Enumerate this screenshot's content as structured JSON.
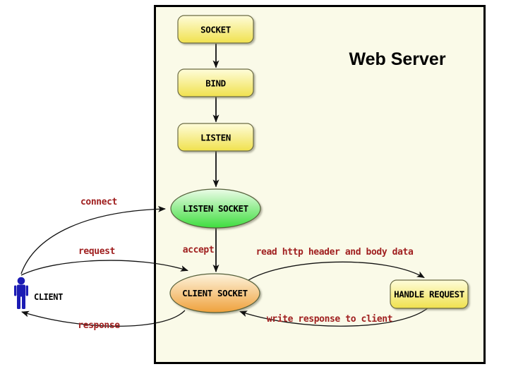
{
  "title": "Web Server",
  "client": {
    "label": "CLIENT"
  },
  "nodes": {
    "socket": {
      "label": "SOCKET"
    },
    "bind": {
      "label": "BIND"
    },
    "listen": {
      "label": "LISTEN"
    },
    "listen_socket": {
      "label": "LISTEN SOCKET"
    },
    "client_socket": {
      "label": "CLIENT SOCKET"
    },
    "handle_request": {
      "label": "HANDLE REQUEST"
    }
  },
  "edges": {
    "connect": {
      "label": "connect"
    },
    "request": {
      "label": "request"
    },
    "response": {
      "label": "response"
    },
    "accept": {
      "label": "accept"
    },
    "read_http": {
      "label": "read http header and body data"
    },
    "write_response": {
      "label": "write response to client"
    }
  },
  "colors": {
    "canvas_bg": "#ffffff",
    "server_box_bg": "#fafae8",
    "server_box_border": "#000000",
    "node_yellow_top": "#fefcda",
    "node_yellow_bottom": "#f0e14e",
    "node_green_top": "#ecfce8",
    "node_green_bottom": "#3edd3e",
    "node_orange_top": "#fdf3dc",
    "node_orange_bottom": "#efa13c",
    "edge_label": "#a02020",
    "arrow": "#111111",
    "client_figure": "#1c1cb4"
  }
}
